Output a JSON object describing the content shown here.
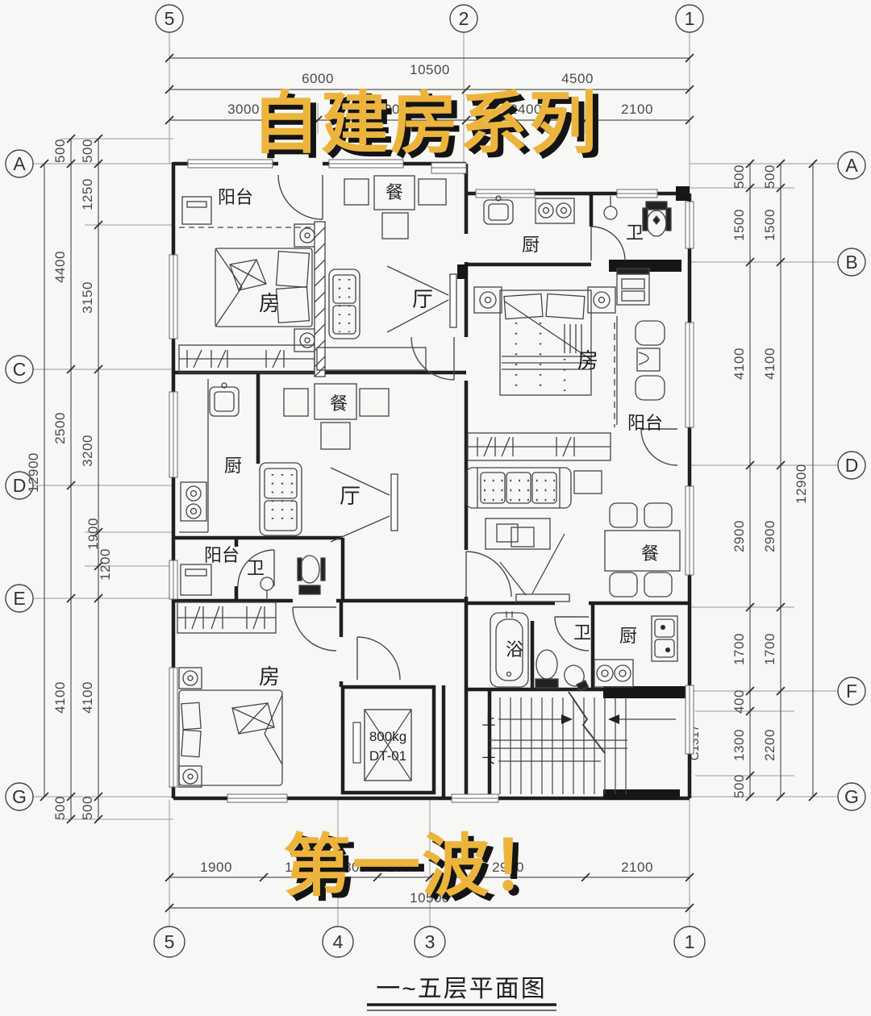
{
  "overlay": {
    "title_top": "自建房系列",
    "title_bottom": "第一波！",
    "accent_color": "#EDB43C",
    "shadow_color": "#141414"
  },
  "caption": {
    "text": "一~五层平面图"
  },
  "grid": {
    "top": [
      "5",
      "2",
      "1"
    ],
    "bottom": [
      "5",
      "4",
      "3",
      "1"
    ],
    "left": [
      "A",
      "C",
      "D",
      "E",
      "G"
    ],
    "right": [
      "A",
      "B",
      "D",
      "F",
      "G"
    ]
  },
  "dims": {
    "top": {
      "total": "10500",
      "row2": [
        "6000",
        "4500"
      ],
      "row3": [
        "3000",
        "3000",
        "2400",
        "2100"
      ]
    },
    "bottom": {
      "row": [
        "1900",
        "1500",
        "800",
        "1300",
        "2900",
        "2100"
      ],
      "total": "10500"
    },
    "left": {
      "total": "12900",
      "mid": [
        "500",
        "4400",
        "2500",
        "4100",
        "500"
      ],
      "inner": [
        "500",
        "1250",
        "3150",
        "3200",
        "1900",
        "1200",
        "4100",
        "500"
      ]
    },
    "right": {
      "total": "12900",
      "mid": [
        "500",
        "1500",
        "4100",
        "2900",
        "1700",
        "2200"
      ],
      "inner": [
        "500",
        "1500",
        "4100",
        "2900",
        "1700",
        "400",
        "1300",
        "500"
      ]
    }
  },
  "rooms": [
    {
      "t": "阳台"
    },
    {
      "t": "餐"
    },
    {
      "t": "房"
    },
    {
      "t": "厅"
    },
    {
      "t": "厨"
    },
    {
      "t": "卫"
    },
    {
      "t": "房"
    },
    {
      "t": "阳台"
    },
    {
      "t": "餐"
    },
    {
      "t": "厨"
    },
    {
      "t": "厅"
    },
    {
      "t": "阳台"
    },
    {
      "t": "卫"
    },
    {
      "t": "餐"
    },
    {
      "t": "浴"
    },
    {
      "t": "卫"
    },
    {
      "t": "厨"
    },
    {
      "t": "房"
    }
  ],
  "stairs": {
    "up": "上",
    "down": "下"
  },
  "elevator": {
    "load": "800kg",
    "code": "DT-01"
  },
  "window_tag": "C1317"
}
